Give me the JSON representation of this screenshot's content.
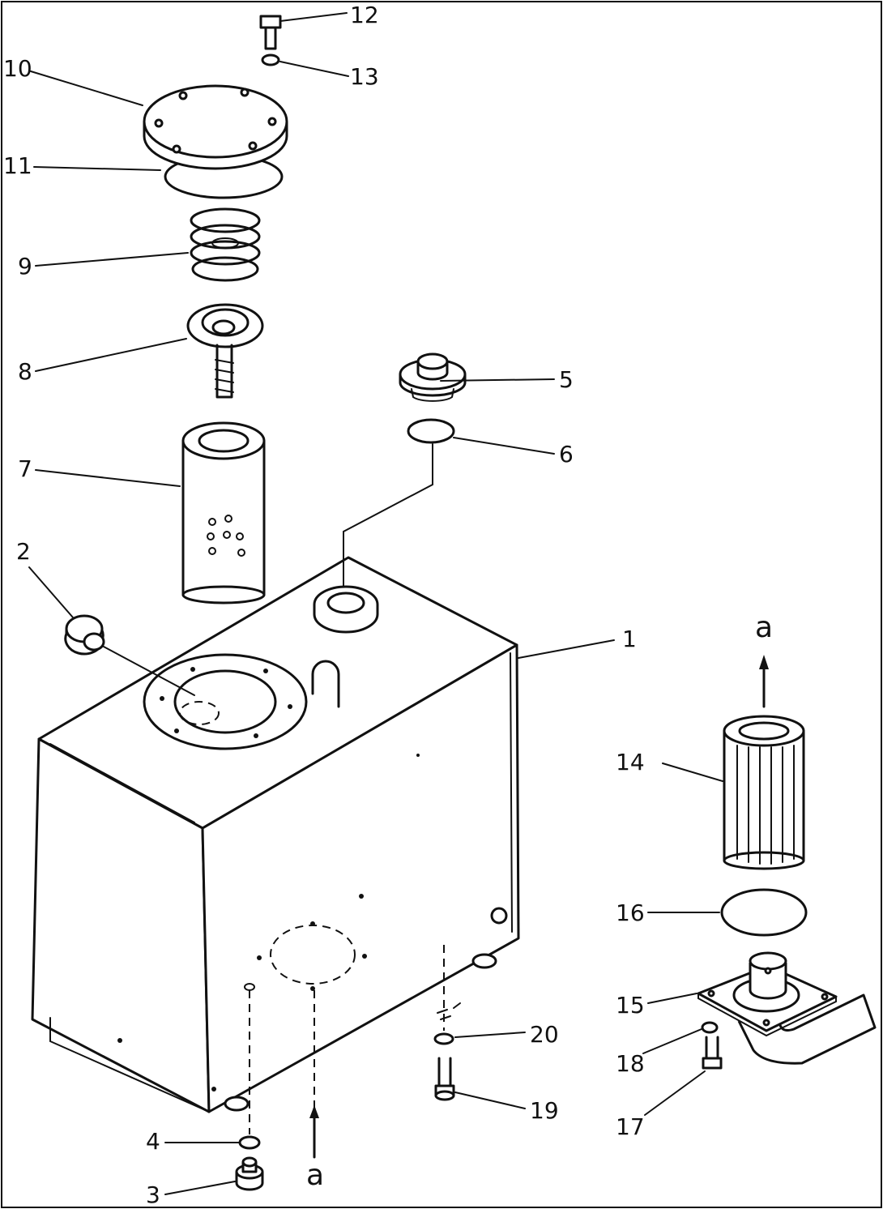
{
  "labels": {
    "p1": "1",
    "p2": "2",
    "p3": "3",
    "p4": "4",
    "p5": "5",
    "p6": "6",
    "p7": "7",
    "p8": "8",
    "p9": "9",
    "p10": "10",
    "p11": "11",
    "p12": "12",
    "p13": "13",
    "p14": "14",
    "p15": "15",
    "p16": "16",
    "p17": "17",
    "p18": "18",
    "p19": "19",
    "p20": "20",
    "a_top": "a",
    "a_bottom": "a"
  },
  "colors": {
    "ink": "#111111",
    "paper": "#ffffff"
  }
}
